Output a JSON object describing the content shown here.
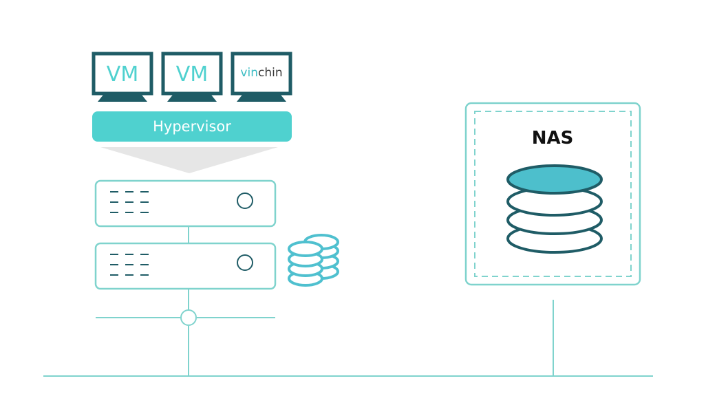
{
  "vms": [
    {
      "label": "VM"
    },
    {
      "label": "VM"
    }
  ],
  "vinchin_logo": {
    "part1": "vin",
    "part2": "chin"
  },
  "hypervisor": {
    "label": "Hypervisor"
  },
  "nas": {
    "title": "NAS"
  },
  "colors": {
    "teal": "#4fd1cf",
    "dark_teal": "#1f5c66",
    "line_teal": "#7fd3cd",
    "nas_top": "#4dbfcc",
    "shadow_gray": "#e6e6e6"
  }
}
